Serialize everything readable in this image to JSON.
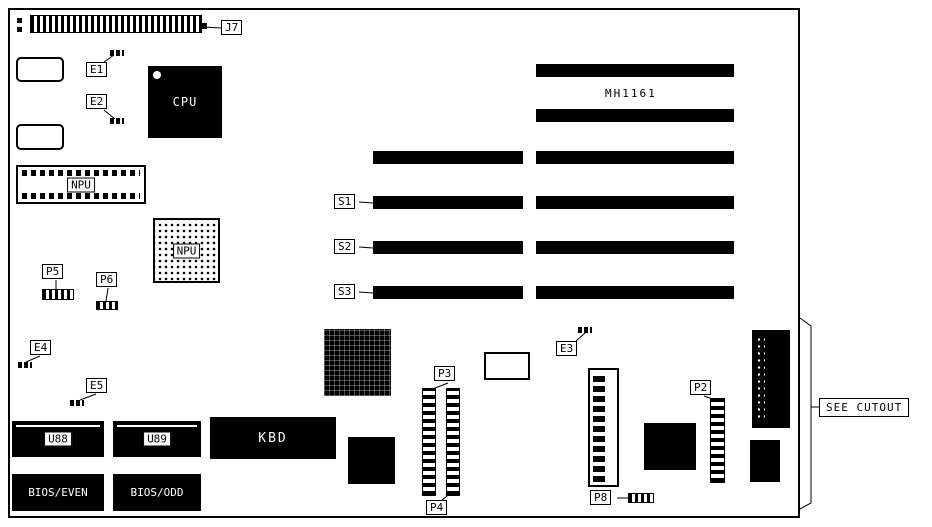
{
  "board": {
    "model": "MH1161"
  },
  "labels": {
    "j7": "J7",
    "e1": "E1",
    "e2": "E2",
    "e3": "E3",
    "e4": "E4",
    "e5": "E5",
    "s1": "S1",
    "s2": "S2",
    "s3": "S3",
    "p2": "P2",
    "p3": "P3",
    "p4": "P4",
    "p5": "P5",
    "p6": "P6",
    "p8": "P8",
    "see_cutout": "SEE CUTOUT"
  },
  "chips": {
    "cpu": "CPU",
    "npu_socket": "NPU",
    "npu_pga": "NPU",
    "u88": "U88",
    "u89": "U89",
    "kbd": "KBD",
    "bios_even": "BIOS/EVEN",
    "bios_odd": "BIOS/ODD"
  }
}
